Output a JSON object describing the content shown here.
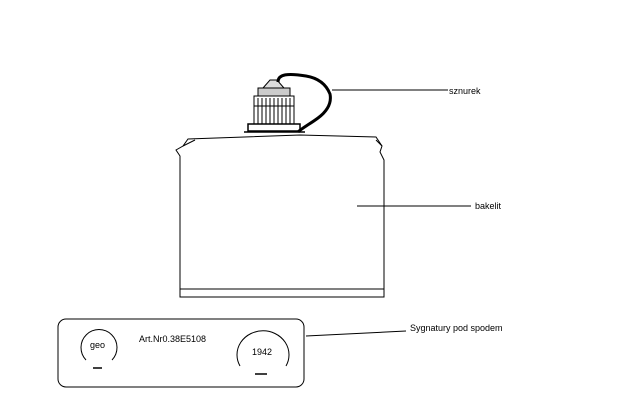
{
  "labels": {
    "cord": "sznurek",
    "body": "bakelit",
    "signatures": "Sygnatury pod spodem"
  },
  "signature_panel": {
    "left_stamp": "geo",
    "article_number": "Art.Nr0.38E5108",
    "year_stamp": "1942"
  },
  "colors": {
    "ink": "#000000",
    "background": "#ffffff"
  }
}
